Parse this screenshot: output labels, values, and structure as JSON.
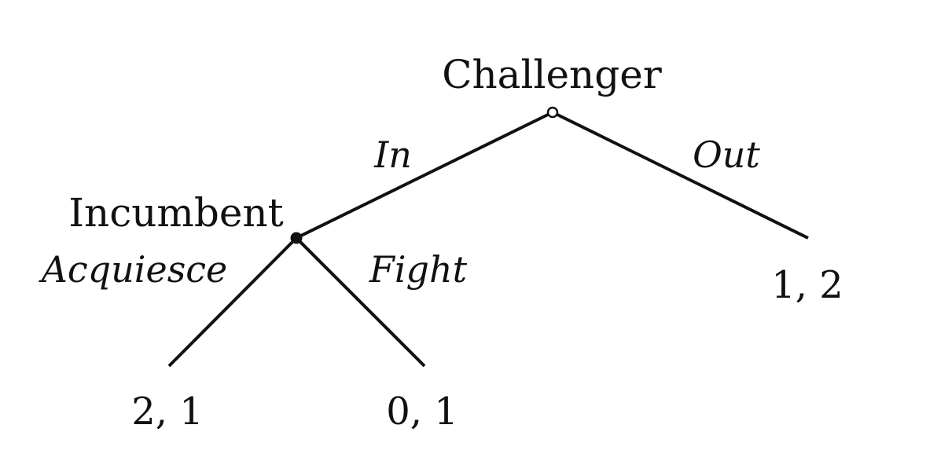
{
  "players": {
    "challenger": "Challenger",
    "incumbent": "Incumbent"
  },
  "actions": {
    "in": "In",
    "out": "Out",
    "acquiesce": "Acquiesce",
    "fight": "Fight"
  },
  "payoffs": {
    "out": "1, 2",
    "acquiesce": "2, 1",
    "fight": "0, 1"
  }
}
